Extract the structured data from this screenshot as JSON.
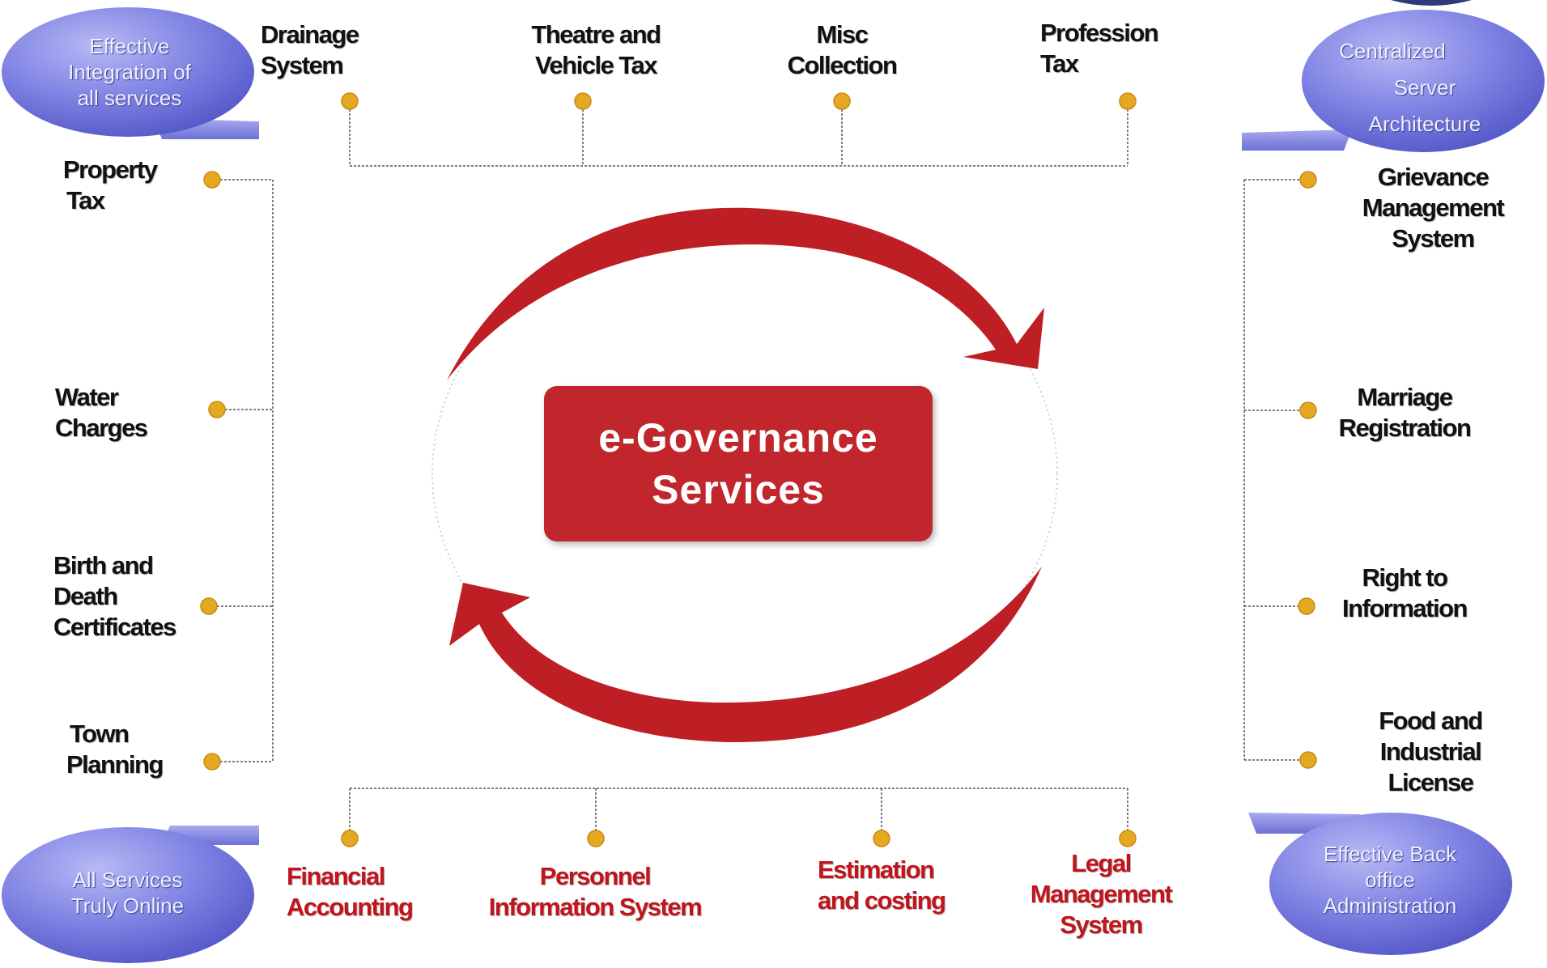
{
  "center": {
    "line1": "e-Governance",
    "line2": "Services"
  },
  "callouts": {
    "top_left": {
      "lines": [
        "Effective",
        "Integration of",
        "all services"
      ]
    },
    "top_right": {
      "lines": [
        "Centralized",
        "Server",
        "Architecture"
      ]
    },
    "bottom_left": {
      "lines": [
        "All Services",
        "Truly Online"
      ]
    },
    "bottom_right": {
      "lines": [
        "Effective Back",
        "office",
        "Administration"
      ]
    }
  },
  "top_services": [
    {
      "lines": [
        "Drainage",
        "System"
      ]
    },
    {
      "lines": [
        "Theatre and",
        "Vehicle Tax"
      ]
    },
    {
      "lines": [
        "Misc",
        "Collection"
      ]
    },
    {
      "lines": [
        "Profession",
        "Tax"
      ]
    }
  ],
  "left_services": [
    {
      "lines": [
        "Property",
        "Tax"
      ]
    },
    {
      "lines": [
        "Water",
        "Charges"
      ]
    },
    {
      "lines": [
        "Birth and",
        "Death",
        "Certificates"
      ]
    },
    {
      "lines": [
        "Town",
        "Planning"
      ]
    }
  ],
  "right_services": [
    {
      "lines": [
        "Grievance",
        "Management",
        "System"
      ]
    },
    {
      "lines": [
        "Marriage",
        "Registration"
      ]
    },
    {
      "lines": [
        "Right to",
        "Information"
      ]
    },
    {
      "lines": [
        "Food and",
        "Industrial",
        "License"
      ]
    }
  ],
  "bottom_services": [
    {
      "lines": [
        "Financial",
        "Accounting"
      ]
    },
    {
      "lines": [
        "Personnel",
        "Information System"
      ]
    },
    {
      "lines": [
        "Estimation",
        "and costing"
      ]
    },
    {
      "lines": [
        "Legal",
        "Management",
        "System"
      ]
    }
  ],
  "colors": {
    "arrow": "#bd1f25",
    "box": "#c0262b",
    "bubble": "#7b7fe0",
    "bubble_tail": "#8f92e6",
    "dot": "#e5a823",
    "connector": "#555555",
    "bottom_label": "#c0151d"
  }
}
